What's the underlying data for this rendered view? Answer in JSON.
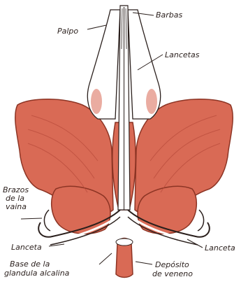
{
  "colors": {
    "muscle": "#d96a55",
    "muscle_dark": "#b84a3a",
    "ink": "#2a1f1c",
    "paper": "#ffffff"
  },
  "labels": {
    "palpo": "Palpo",
    "barbas": "Barbas",
    "lancetas": "Lancetas",
    "brazos_1": "Brazos",
    "brazos_2": "de la",
    "brazos_3": "vaina",
    "lanceta_left": "Lanceta",
    "lanceta_right": "Lanceta",
    "base_1": "Base de la",
    "base_2": "glandula alcalina",
    "deposito_1": "Depósito",
    "deposito_2": "de veneno"
  }
}
